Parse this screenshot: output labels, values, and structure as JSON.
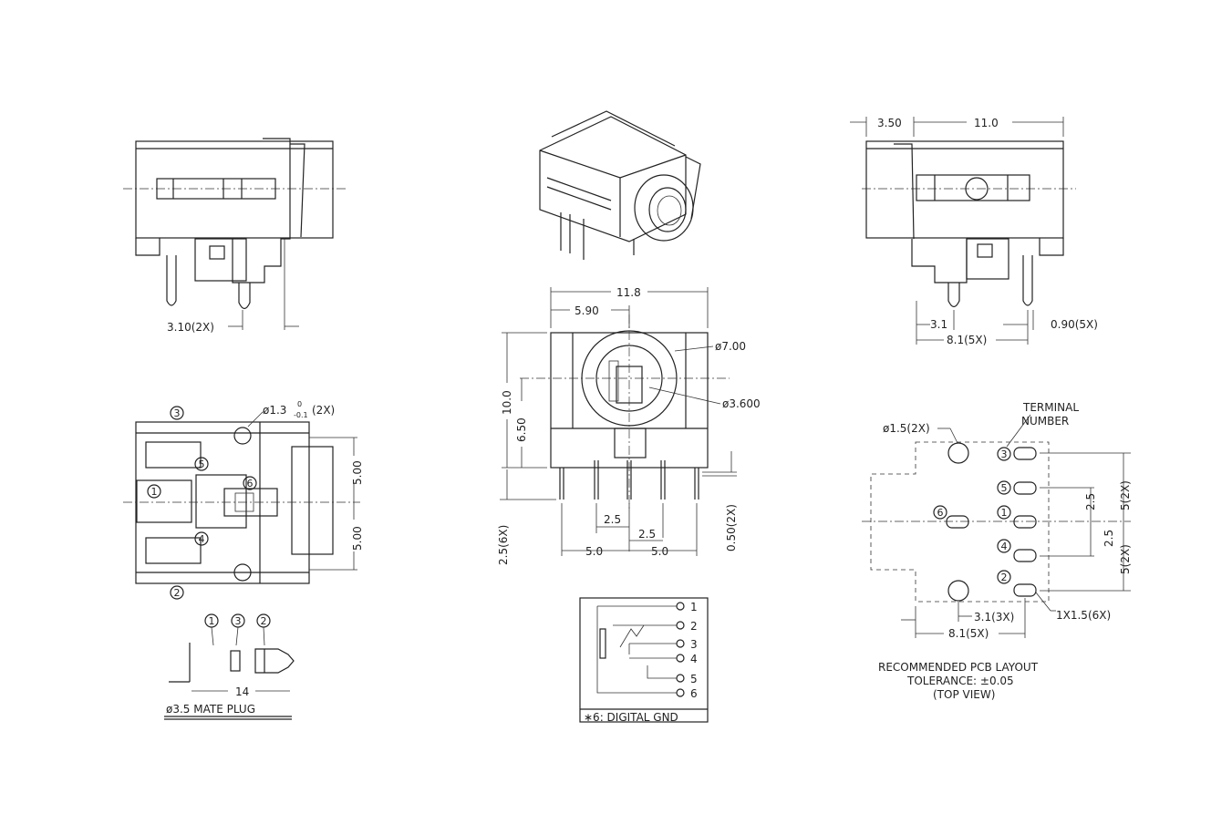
{
  "side_view_left": {
    "dim_pin": "3.10(2X)"
  },
  "side_view_right": {
    "dim_a": "3.50",
    "dim_b": "11.0",
    "dim_c": "3.1",
    "dim_d": "0.90(5X)",
    "dim_e": "8.1(5X)"
  },
  "front_view": {
    "dim_width": "11.8",
    "dim_half": "5.90",
    "dim_height": "10.0",
    "dim_center": "6.50",
    "dim_outer_dia": "ø7.00",
    "dim_inner_dia": "ø3.600",
    "dim_pin_len": "2.5(6X)",
    "dim_pin_thk": "0.50(2X)",
    "dim_p1": "2.5",
    "dim_p2": "2.5",
    "dim_p3": "5.0",
    "dim_p4": "5.0"
  },
  "bottom_view": {
    "hole_note": "ø1.3",
    "tol_upper": "0",
    "tol_lower": "-0.1",
    "hole_count": "(2X)",
    "dim_up": "5.00",
    "dim_down": "5.00",
    "terminals": {
      "t1": "1",
      "t2": "2",
      "t3": "3",
      "t4": "4",
      "t5": "5",
      "t6": "6"
    }
  },
  "plug": {
    "markers": [
      "1",
      "3",
      "2"
    ],
    "length": "14",
    "caption": "ø3.5 MATE PLUG"
  },
  "schematic": {
    "pins": [
      "1",
      "2",
      "3",
      "4",
      "5",
      "6"
    ],
    "footnote": "∗6: DIGITAL GND"
  },
  "pcb_layout": {
    "terminal_label_1": "TERMINAL",
    "terminal_label_2": "NUMBER",
    "hole_note": "ø1.5(2X)",
    "pads": {
      "p3": "3",
      "p5": "5",
      "p1": "1",
      "p4": "4",
      "p2": "2",
      "p6": "6"
    },
    "dim_v1": "2.5",
    "dim_v2": "5(2X)",
    "dim_v3": "2.5",
    "dim_v4": "5(2X)",
    "dim_h1": "3.1(3X)",
    "dim_h2": "8.1(5X)",
    "dim_slot": "1X1.5(6X)",
    "caption_1": "RECOMMENDED PCB LAYOUT",
    "caption_2": "TOLERANCE: ±0.05",
    "caption_3": "(TOP VIEW)"
  }
}
